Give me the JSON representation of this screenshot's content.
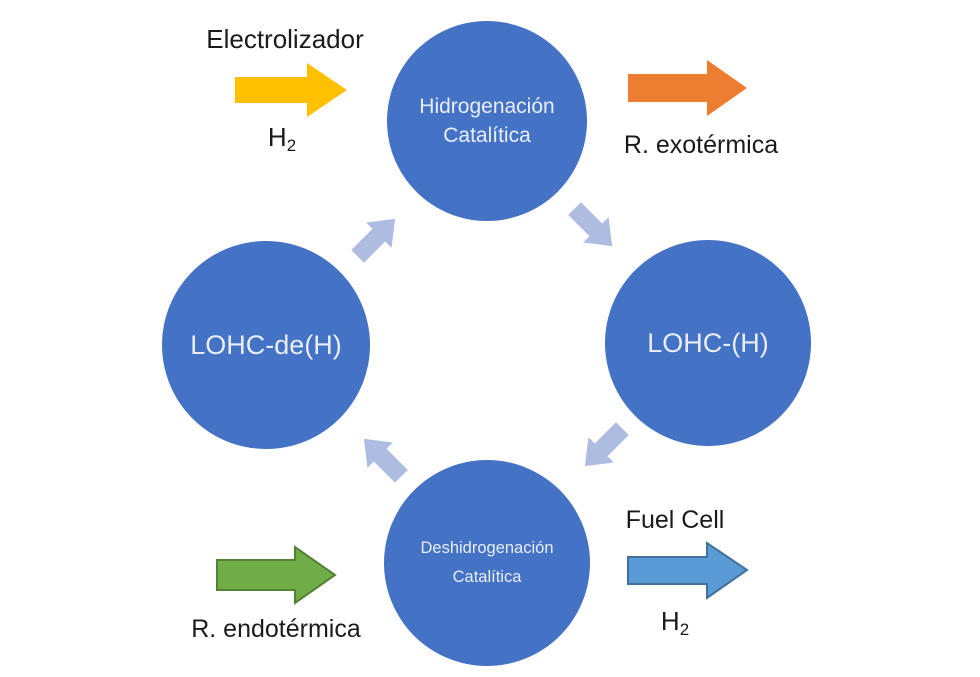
{
  "colors": {
    "background": "#ffffff",
    "circle_fill": "#4472C4",
    "circle_text": "#E8EDF8",
    "cycle_arrow": "#AEBCE2",
    "electrolyzer_arrow": "#FFC000",
    "exothermic_arrow": "#ED7D31",
    "endothermic_arrow": "#70AD47",
    "endothermic_arrow_border": "#548235",
    "fuelcell_arrow": "#5B9BD5",
    "fuelcell_arrow_border": "#41719C",
    "label_text": "#1B1B1B"
  },
  "nodes": {
    "top": {
      "line1": "Hidrogenación",
      "line2": "Catalítica"
    },
    "right": {
      "label": "LOHC-(H)"
    },
    "bottom": {
      "line1": "Deshidrogenación",
      "line2": "Catalítica"
    },
    "left": {
      "label": "LOHC-de(H)"
    }
  },
  "annotations": {
    "electrolyzer": {
      "label": "Electrolizador",
      "molecule": "H",
      "subscript": "2"
    },
    "exothermic": {
      "label": "R. exotérmica"
    },
    "fuel_cell": {
      "label": "Fuel Cell",
      "molecule": "H",
      "subscript": "2"
    },
    "endothermic": {
      "label": "R. endotérmica"
    }
  }
}
